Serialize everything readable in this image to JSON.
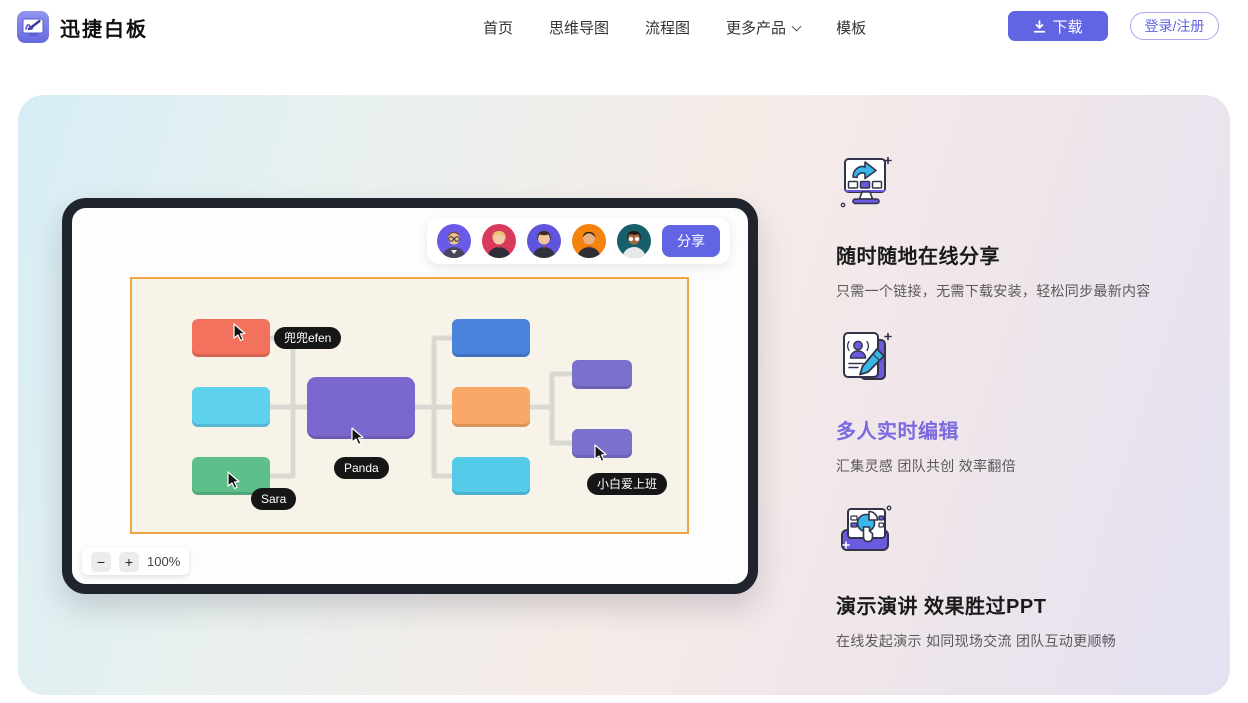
{
  "header": {
    "brand": "迅捷白板",
    "nav": [
      "首页",
      "思维导图",
      "流程图",
      "更多产品",
      "模板"
    ],
    "download_label": "下载",
    "login_label": "登录/注册"
  },
  "whiteboard": {
    "share_label": "分享",
    "zoom": {
      "out": "−",
      "in": "+",
      "level": "100%"
    },
    "cursors": [
      {
        "label": "兜兜efen"
      },
      {
        "label": "Panda"
      },
      {
        "label": "Sara"
      },
      {
        "label": "小白爱上班"
      }
    ],
    "avatars": [
      {
        "name": "avatar-user-1",
        "color": "#6a5ae8"
      },
      {
        "name": "avatar-user-2",
        "color": "#d93a5c"
      },
      {
        "name": "avatar-user-3",
        "color": "#5e55dc"
      },
      {
        "name": "avatar-user-4",
        "color": "#f5820c"
      },
      {
        "name": "avatar-user-5",
        "color": "#17606b"
      }
    ]
  },
  "features": [
    {
      "icon": "monitor-share-icon",
      "title": "随时随地在线分享",
      "desc": "只需一个链接，无需下载安装，轻松同步最新内容",
      "highlighted": false
    },
    {
      "icon": "collaborative-edit-icon",
      "title": "多人实时编辑",
      "desc": "汇集灵感 团队共创 效率翻倍",
      "highlighted": true
    },
    {
      "icon": "presentation-icon",
      "title": "演示演讲 效果胜过PPT",
      "desc": "在线发起演示 如同现场交流 团队互动更顺畅",
      "highlighted": false
    }
  ],
  "colors": {
    "accent": "#6165e4",
    "frame": "#20242c",
    "canvas-bg": "#f7f3e9",
    "canvas-border": "#f0a643",
    "connector": "#d9d8d3",
    "box-salmon": "#f3725e",
    "box-cyan": "#5ed1ec",
    "box-green": "#5dc08b",
    "box-purple": "#7a68ce",
    "box-blue": "#4b82db",
    "box-orange": "#faa869",
    "box-cyan2": "#55cbea",
    "box-purple-sm": "#7c70ce",
    "feature-highlight": "#7b6ae0",
    "tag-bg": "#161616"
  }
}
